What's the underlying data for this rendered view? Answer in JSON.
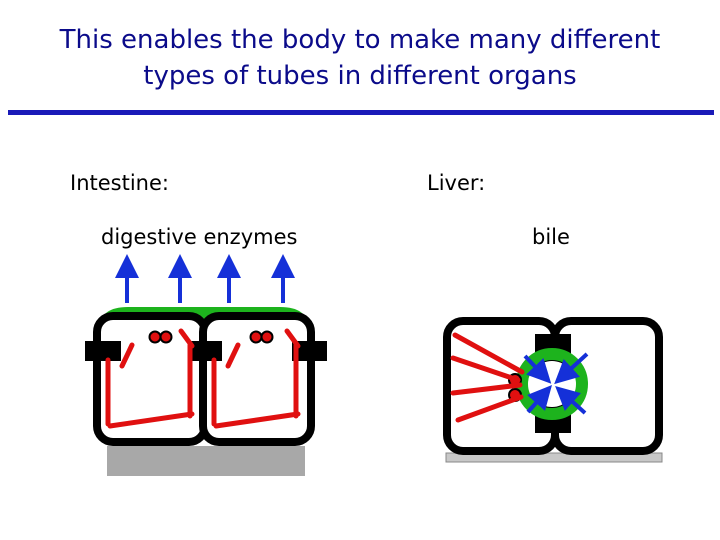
{
  "title": {
    "line1": "This enables the body to make many different",
    "line2": "types of tubes in different organs"
  },
  "intestine": {
    "heading": "Intestine:",
    "caption": "digestive enzymes"
  },
  "liver": {
    "heading": "Liver:",
    "caption": "bile"
  },
  "colors": {
    "title": "#0b0b8a",
    "rule": "#1a1ab8",
    "cell_outline": "#000000",
    "junction": "#e01010",
    "apical_surface": "#1db31d",
    "secretion_arrow": "#1530d8",
    "basement": "#a8a8a8"
  }
}
